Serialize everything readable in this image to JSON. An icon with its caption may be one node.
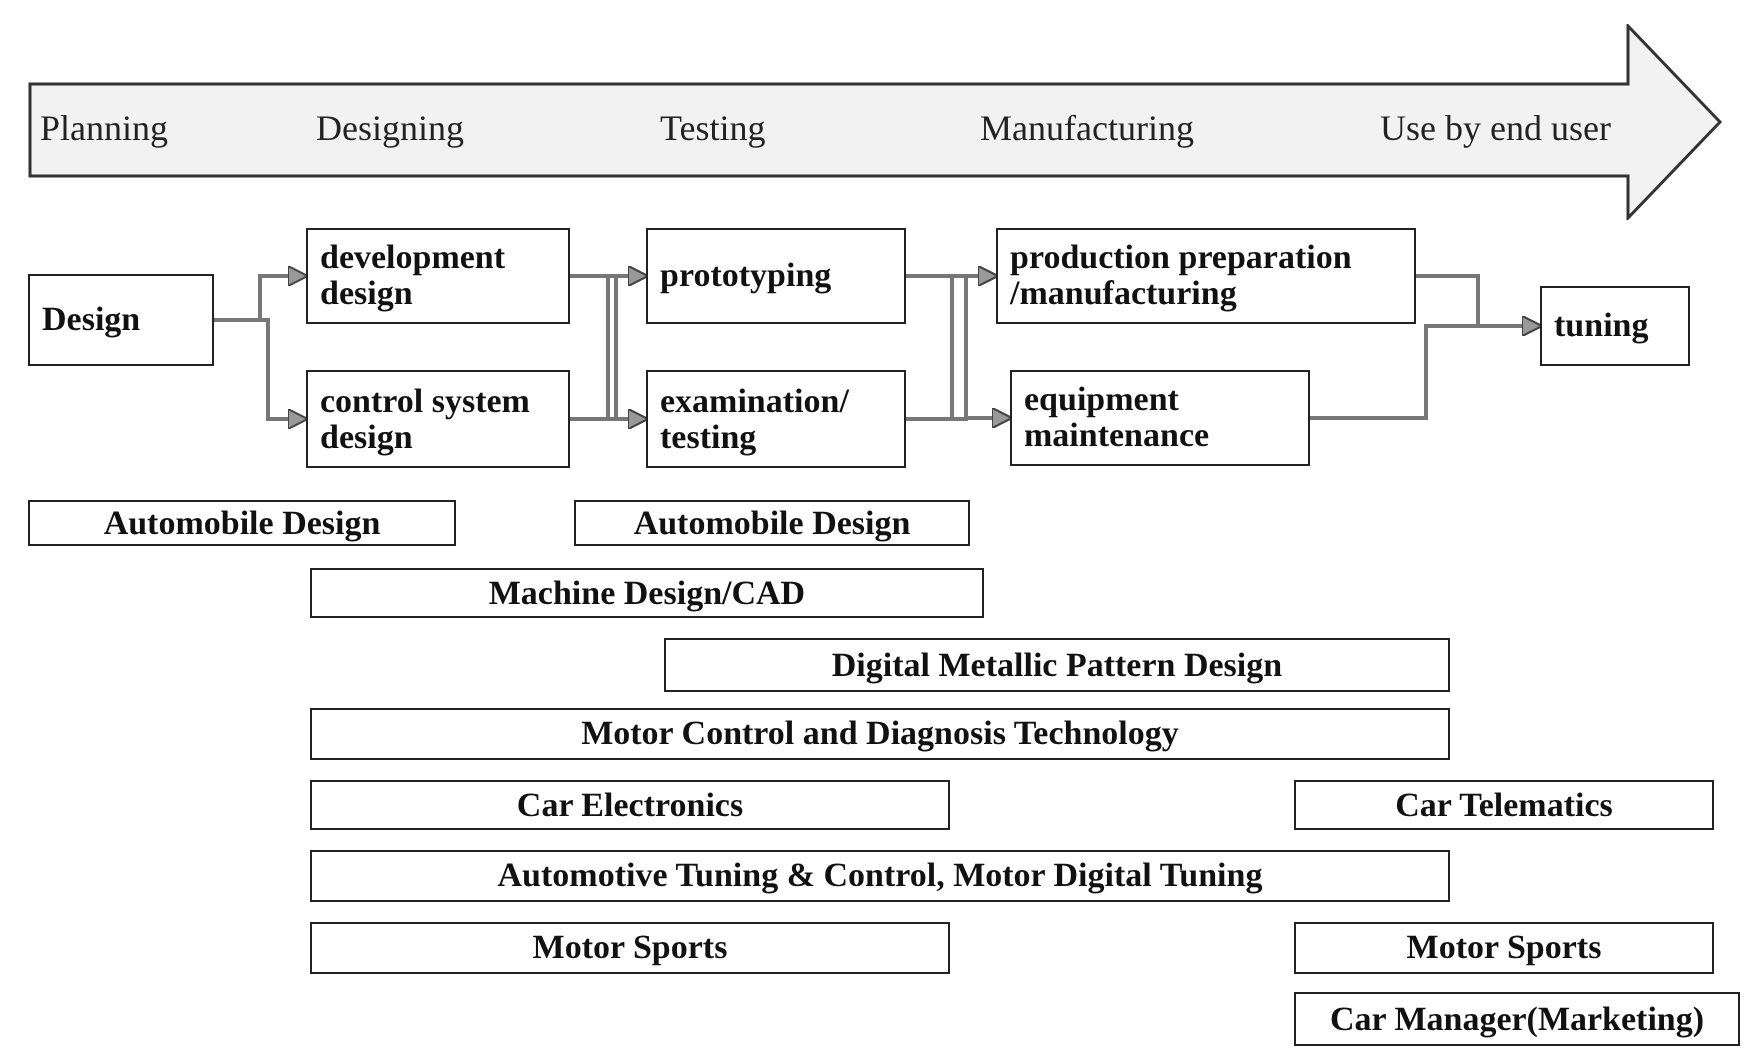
{
  "diagram": {
    "nodes": [
      {
        "text": [
          "Planning",
          "Designing",
          "Testing",
          "Manufacturing",
          "Use by end user"
        ]
      },
      {
        "text": [
          "Design"
        ]
      },
      {
        "text": [
          "development design"
        ]
      },
      {
        "text": [
          "control system design"
        ]
      },
      {
        "text": [
          "prototyping"
        ]
      },
      {
        "text": [
          "examination/ testing"
        ]
      },
      {
        "text": [
          "production preparation /manufacturing"
        ]
      },
      {
        "text": [
          "equipment maintenance"
        ]
      },
      {
        "text": [
          "tuning"
        ]
      },
      {
        "text": [
          "Automobile Design"
        ]
      },
      {
        "text": [
          "Automobile Design"
        ]
      },
      {
        "text": [
          "Machine Design/CAD"
        ]
      },
      {
        "text": [
          "Digital Metallic Pattern Design"
        ]
      },
      {
        "text": [
          "Motor Control and Diagnosis Technology"
        ]
      },
      {
        "text": [
          "Car Electronics"
        ]
      },
      {
        "text": [
          "Car Telematics"
        ]
      },
      {
        "text": [
          "Automotive Tuning & Control, Motor Digital Tuning"
        ]
      },
      {
        "text": [
          "Motor Sports"
        ]
      },
      {
        "text": [
          "Motor Sports"
        ]
      },
      {
        "text": [
          "Car Manager(Marketing)"
        ]
      }
    ],
    "edges": [
      {
        "from": 1,
        "to": 2,
        "arrow": "to"
      },
      {
        "from": 1,
        "to": 3,
        "arrow": "to"
      },
      {
        "from": 2,
        "to": 4,
        "arrow": "to"
      },
      {
        "from": 2,
        "to": 5,
        "arrow": "to"
      },
      {
        "from": 3,
        "to": 4,
        "arrow": "to"
      },
      {
        "from": 3,
        "to": 5,
        "arrow": "to"
      },
      {
        "from": 4,
        "to": 6,
        "arrow": "to"
      },
      {
        "from": 4,
        "to": 7,
        "arrow": "to"
      },
      {
        "from": 5,
        "to": 6,
        "arrow": "to"
      },
      {
        "from": 5,
        "to": 7,
        "arrow": "to"
      },
      {
        "from": 6,
        "to": 8,
        "arrow": "to"
      },
      {
        "from": 7,
        "to": 8,
        "arrow": "to"
      }
    ]
  }
}
